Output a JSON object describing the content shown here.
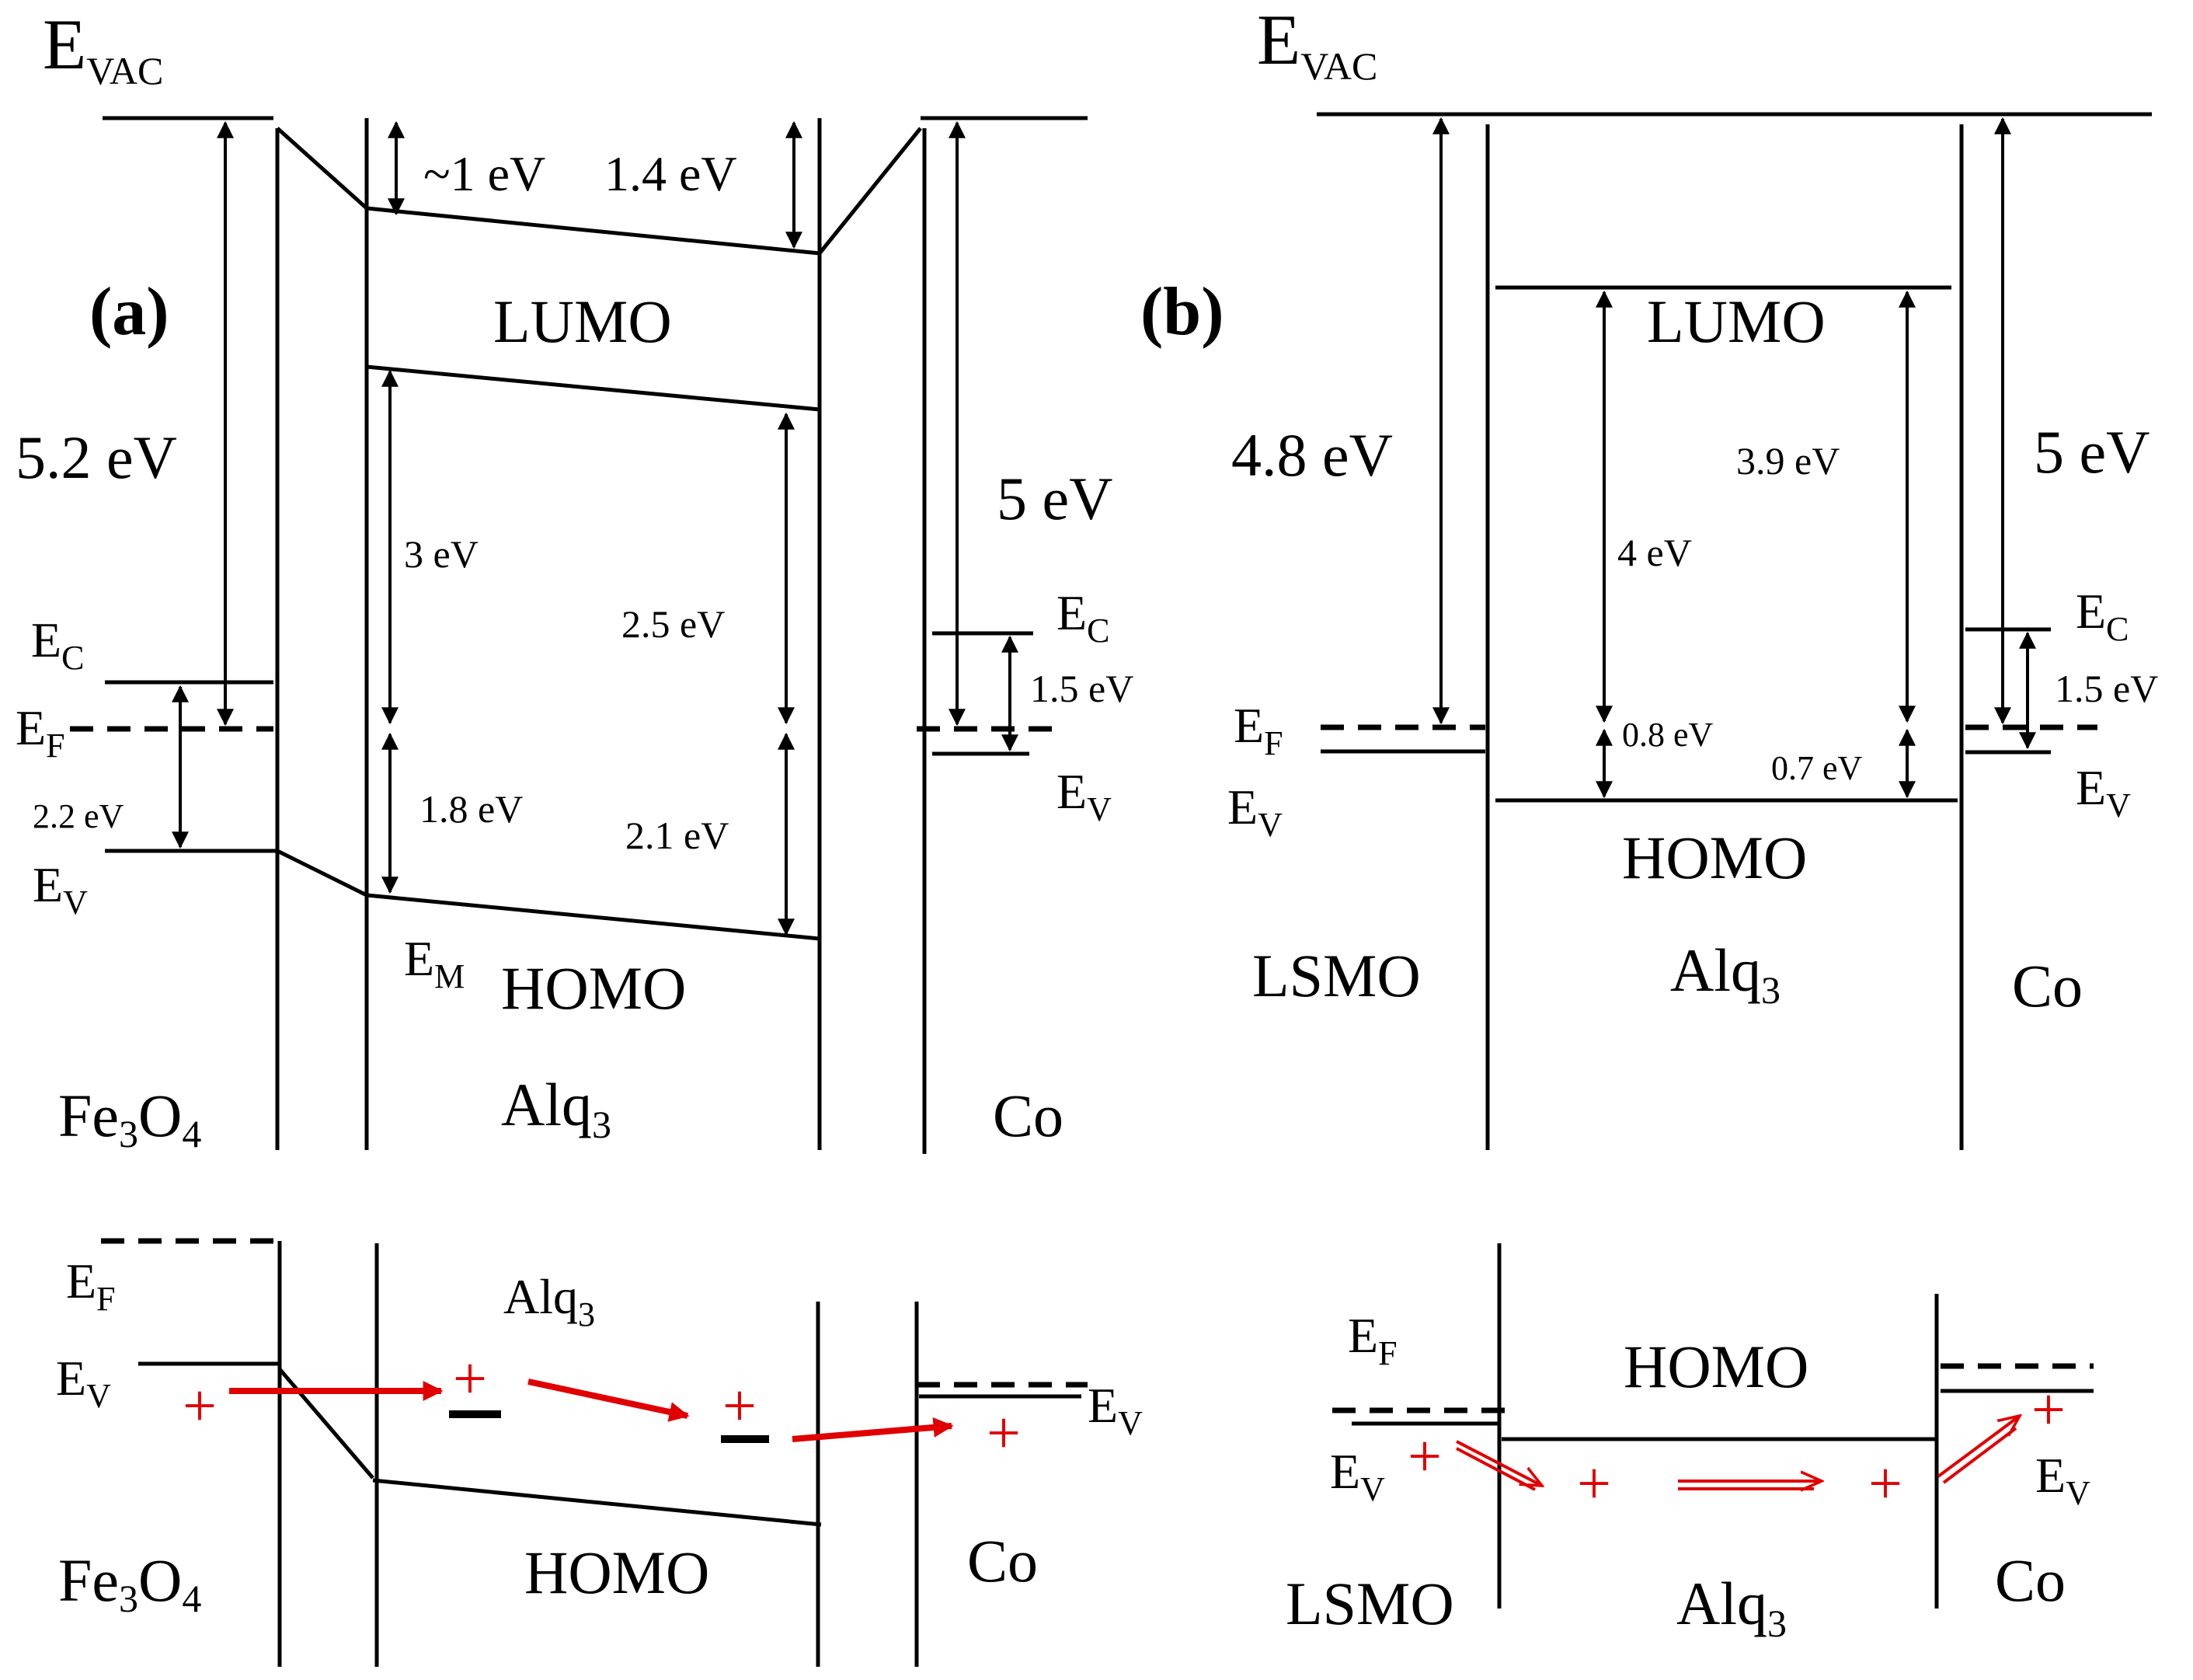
{
  "panel_a": {
    "label": "(a)",
    "evac": {
      "main": "E",
      "sub": "VAC"
    },
    "work_fe3o4": "5.2 eV",
    "gap_1": "~1 eV",
    "gap_14": "1.4 eV",
    "lumo": "LUMO",
    "homo": "HOMO",
    "gap_3": "3 eV",
    "gap_25": "2.5 eV",
    "gap_18": "1.8 eV",
    "gap_21": "2.1 eV",
    "em": {
      "main": "E",
      "sub": "M"
    },
    "ec": {
      "main": "E",
      "sub": "C"
    },
    "ef": {
      "main": "E",
      "sub": "F"
    },
    "ev": {
      "main": "E",
      "sub": "V"
    },
    "gap_22": "2.2 eV",
    "fe3o4": {
      "p1": "Fe",
      "s1": "3",
      "p2": "O",
      "s2": "4"
    },
    "alq3": {
      "main": "Alq",
      "sub": "3"
    },
    "co": "Co",
    "work_co": "5 eV",
    "co_ec": {
      "main": "E",
      "sub": "C"
    },
    "co_ev": {
      "main": "E",
      "sub": "V"
    },
    "gap_15": "1.5 eV"
  },
  "panel_b": {
    "label": "(b)",
    "evac": {
      "main": "E",
      "sub": "VAC"
    },
    "work_lsmo": "4.8 eV",
    "lumo": "LUMO",
    "homo": "HOMO",
    "gap_39": "3.9 eV",
    "gap_4": "4 eV",
    "gap_08": "0.8 eV",
    "gap_07": "0.7 eV",
    "work_co": "5 eV",
    "ef": {
      "main": "E",
      "sub": "F"
    },
    "ev": {
      "main": "E",
      "sub": "V"
    },
    "co_ec": {
      "main": "E",
      "sub": "C"
    },
    "co_ev": {
      "main": "E",
      "sub": "V"
    },
    "gap_15": "1.5 eV",
    "lsmo": "LSMO",
    "alq3": {
      "main": "Alq",
      "sub": "3"
    },
    "co": "Co"
  },
  "bottom_a": {
    "ef": {
      "main": "E",
      "sub": "F"
    },
    "ev": {
      "main": "E",
      "sub": "V"
    },
    "alq3": {
      "main": "Alq",
      "sub": "3"
    },
    "homo": "HOMO",
    "fe3o4": {
      "p1": "Fe",
      "s1": "3",
      "p2": "O",
      "s2": "4"
    },
    "co": "Co",
    "co_ev": {
      "main": "E",
      "sub": "V"
    },
    "plus": "+"
  },
  "bottom_b": {
    "ef": {
      "main": "E",
      "sub": "F"
    },
    "ev": {
      "main": "E",
      "sub": "V"
    },
    "homo": "HOMO",
    "co_ev": {
      "main": "E",
      "sub": "V"
    },
    "lsmo": "LSMO",
    "alq3": {
      "main": "Alq",
      "sub": "3"
    },
    "co": "Co",
    "plus": "+"
  },
  "colors": {
    "line": "#000000",
    "hole": "#e00000"
  }
}
